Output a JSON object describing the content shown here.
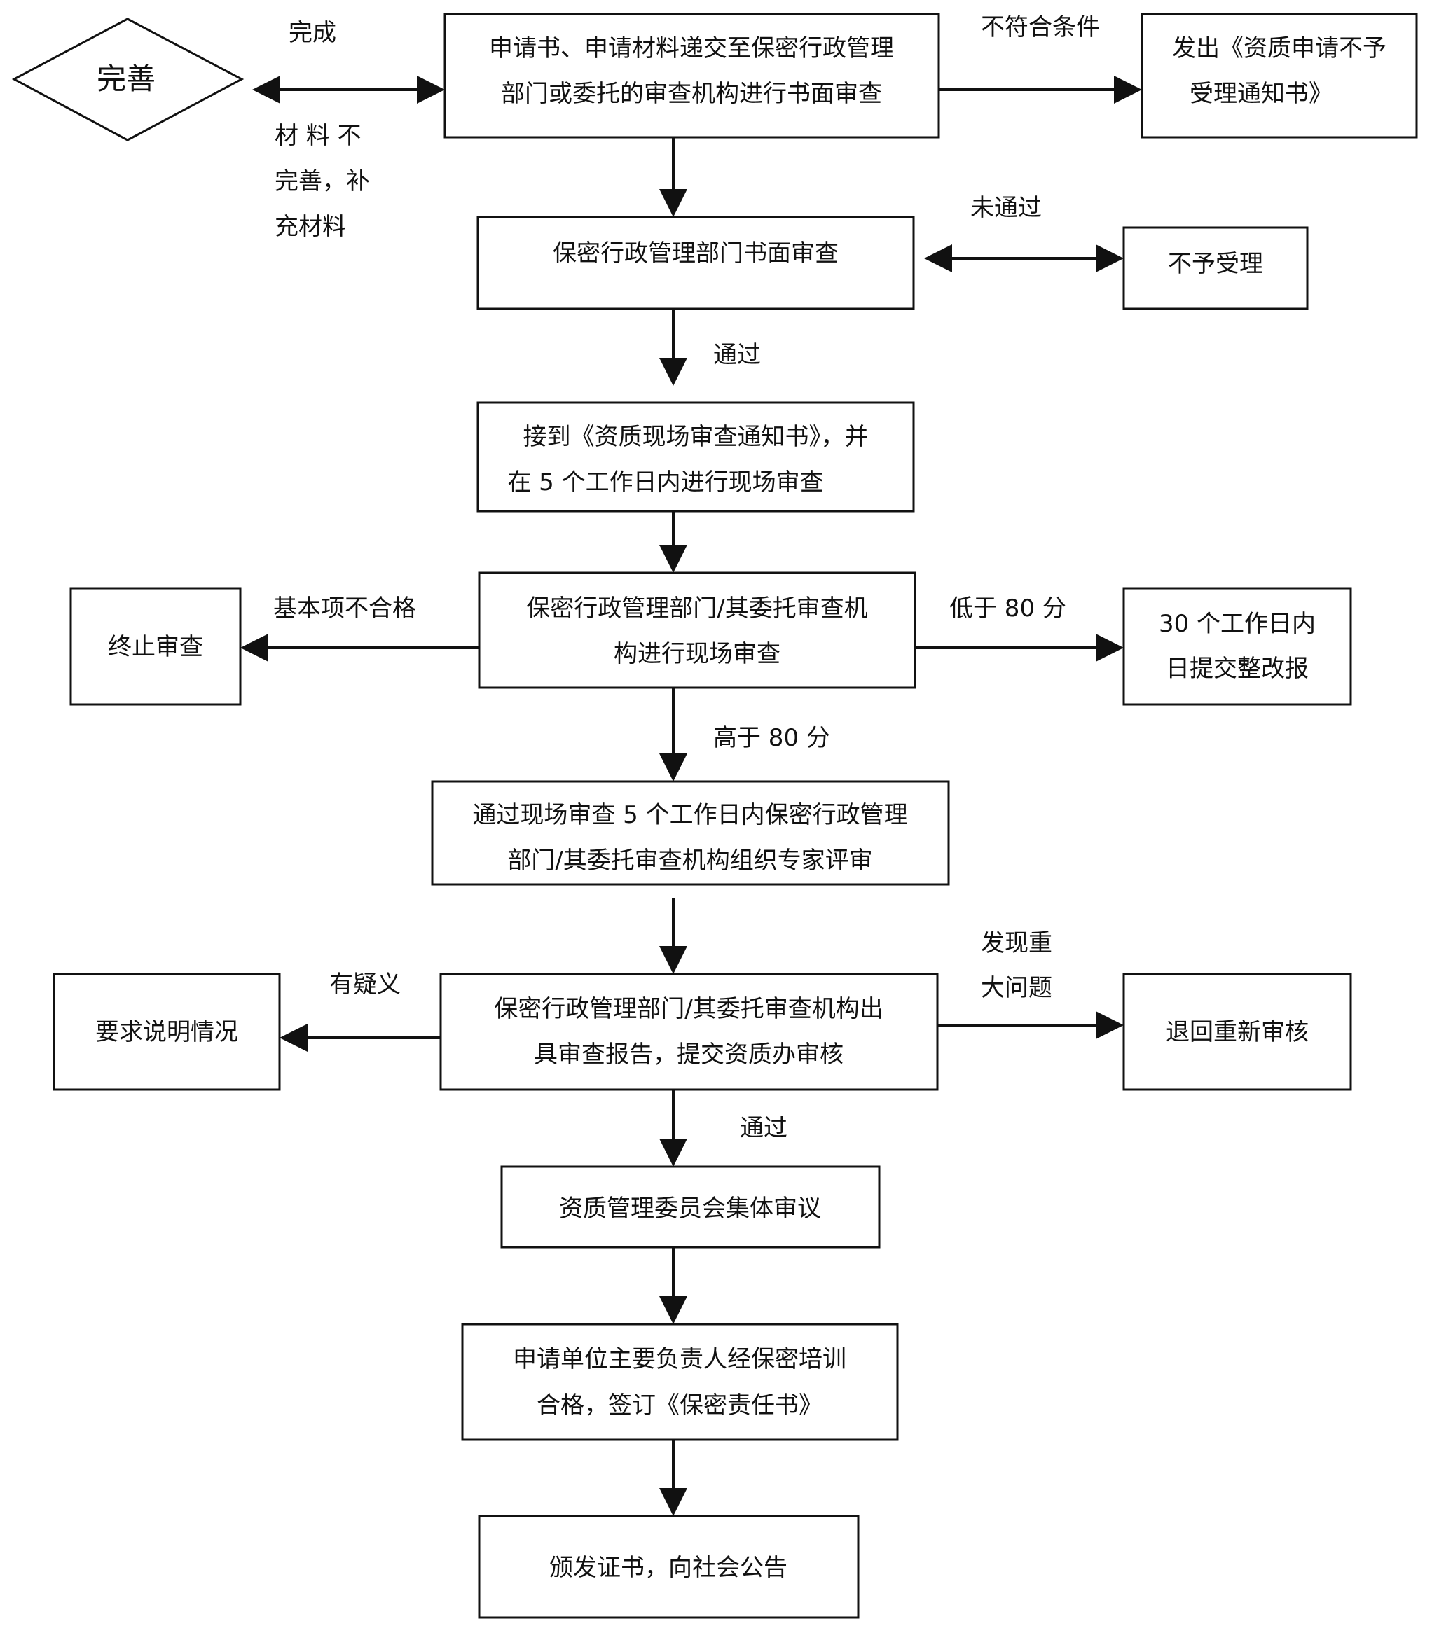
{
  "nodes": {
    "perfect": "完善",
    "submit": [
      "申请书、申请材料递交至保密行政管理",
      "部门或委托的审查机构进行书面审查"
    ],
    "reject_notice": [
      "发出《资质申请不予",
      "受理通知书》"
    ],
    "dept_review": "保密行政管理部门书面审查",
    "not_accepted": "不予受理",
    "site_notice": [
      "接到《资质现场审查通知书》，并",
      "在 5 个工作日内进行现场审查"
    ],
    "site_review": [
      "保密行政管理部门/其委托审查机",
      "构进行现场审查"
    ],
    "terminate": "终止审查",
    "rectify": [
      "30 个工作日内",
      "日提交整改报"
    ],
    "expert_review": [
      "通过现场审查 5 个工作日内保密行政管理",
      "部门/其委托审查机构组织专家评审"
    ],
    "report": [
      "保密行政管理部门/其委托审查机构出",
      "具审查报告，提交资质办审核"
    ],
    "explain": "要求说明情况",
    "return_review": "退回重新审核",
    "committee": "资质管理委员会集体审议",
    "training": [
      "申请单位主要负责人经保密培训",
      "合格，签订《保密责任书》"
    ],
    "issue": "颁发证书，向社会公告"
  },
  "edges": {
    "complete": "完成",
    "incomplete": [
      "材 料 不",
      "完善，补",
      "充材料"
    ],
    "not_qualified": "不符合条件",
    "not_passed": "未通过",
    "passed_1": "通过",
    "basic_fail": "基本项不合格",
    "below_80": "低于 80 分",
    "above_80": "高于 80 分",
    "doubt": "有疑义",
    "major_issue": [
      "发现重",
      "大问题"
    ],
    "passed_2": "通过"
  }
}
